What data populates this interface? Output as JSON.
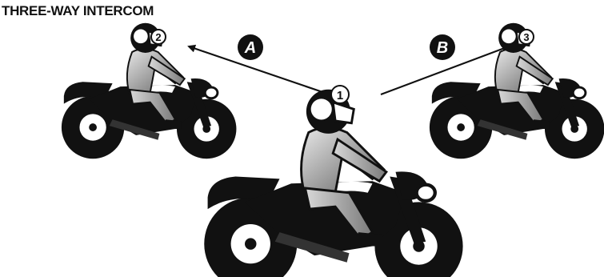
{
  "title": "THREE-WAY INTERCOM",
  "riders": [
    {
      "number": "1"
    },
    {
      "number": "2"
    },
    {
      "number": "3"
    }
  ],
  "links": [
    {
      "label": "A"
    },
    {
      "label": "B"
    }
  ],
  "colors": {
    "ink": "#111111",
    "body_fill": "#8a8a8a",
    "label_fill": "#ffffff"
  }
}
